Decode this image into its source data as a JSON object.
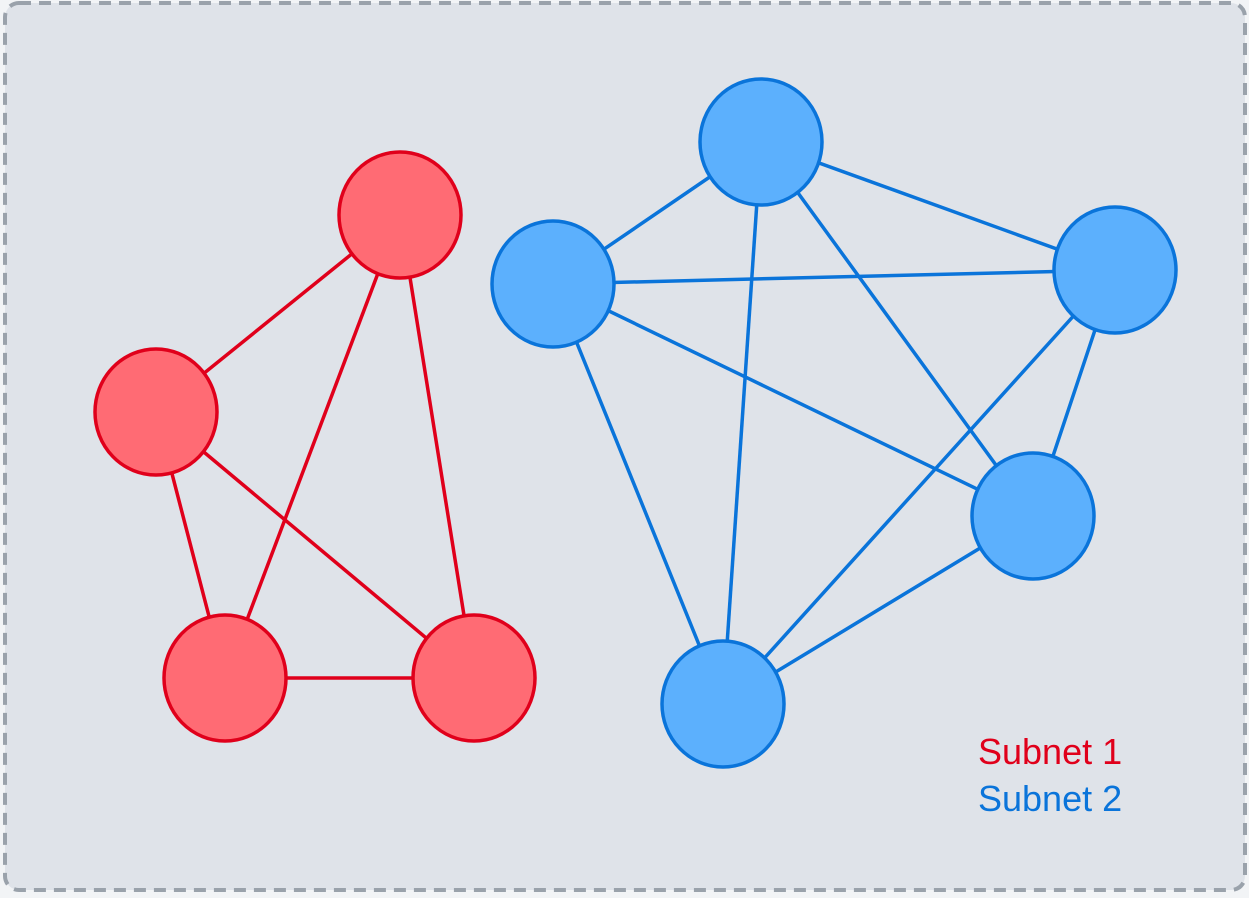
{
  "colors": {
    "subnet1_stroke": "#e0001b",
    "subnet1_fill": "#ff6b74",
    "subnet2_stroke": "#0a74da",
    "subnet2_fill": "#5cb0fd",
    "panel_fill": "#dfe3e9",
    "panel_border": "#9aa2ab"
  },
  "legend": {
    "subnet1": "Subnet 1",
    "subnet2": "Subnet 2"
  },
  "subnets": [
    {
      "key": "subnet1",
      "nodes": [
        "s1-top",
        "s1-left",
        "s1-bottom-left",
        "s1-bottom-right"
      ],
      "edges": [
        [
          "s1-top",
          "s1-left"
        ],
        [
          "s1-top",
          "s1-bottom-left"
        ],
        [
          "s1-top",
          "s1-bottom-right"
        ],
        [
          "s1-left",
          "s1-bottom-left"
        ],
        [
          "s1-left",
          "s1-bottom-right"
        ],
        [
          "s1-bottom-left",
          "s1-bottom-right"
        ]
      ]
    },
    {
      "key": "subnet2",
      "nodes": [
        "s2-top",
        "s2-left",
        "s2-right",
        "s2-mid-right",
        "s2-bottom"
      ],
      "edges": [
        [
          "s2-top",
          "s2-left"
        ],
        [
          "s2-top",
          "s2-right"
        ],
        [
          "s2-top",
          "s2-mid-right"
        ],
        [
          "s2-top",
          "s2-bottom"
        ],
        [
          "s2-left",
          "s2-right"
        ],
        [
          "s2-left",
          "s2-mid-right"
        ],
        [
          "s2-left",
          "s2-bottom"
        ],
        [
          "s2-right",
          "s2-mid-right"
        ],
        [
          "s2-right",
          "s2-bottom"
        ],
        [
          "s2-mid-right",
          "s2-bottom"
        ]
      ]
    }
  ]
}
